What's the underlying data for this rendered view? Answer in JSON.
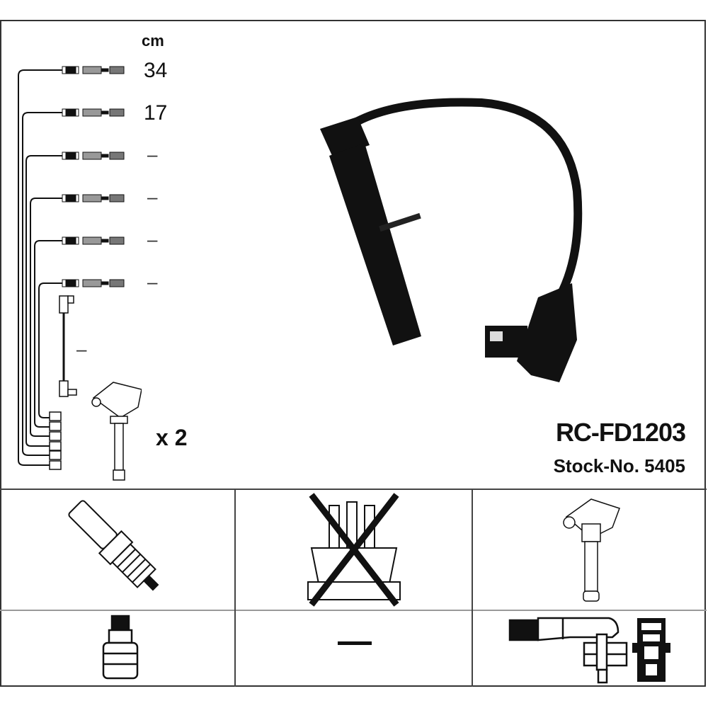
{
  "header": {
    "unit_label": "cm"
  },
  "cable_lengths": [
    "34",
    "17",
    "–",
    "–",
    "–",
    "–",
    "–"
  ],
  "quantity_label": "x 2",
  "product": {
    "part_number": "RC-FD1203",
    "stock_number": "Stock-No. 5405"
  },
  "grid": {
    "distributor_cap_not_applicable": true,
    "bottom_middle_value": "—"
  },
  "colors": {
    "line": "#111111",
    "border": "#444444"
  }
}
